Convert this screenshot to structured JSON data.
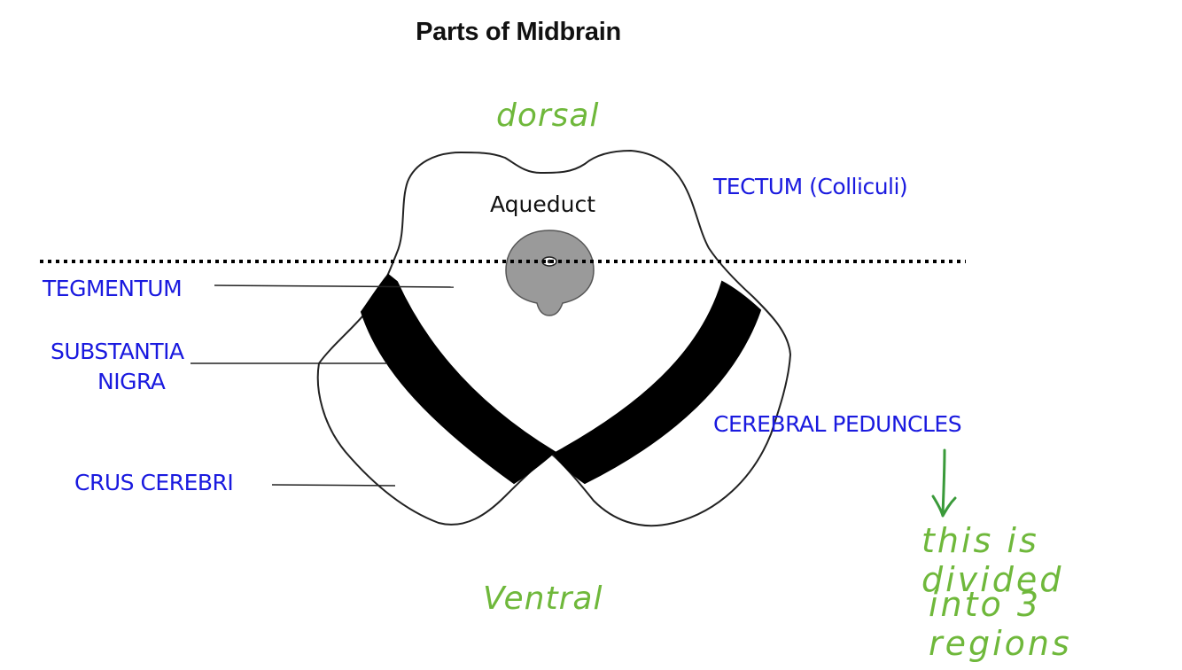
{
  "title": "Parts of Midbrain",
  "orientation": {
    "dorsal": "dorsal",
    "ventral": "Ventral"
  },
  "structures": {
    "aqueduct": "Aqueduct",
    "tectum": "TECTUM (Colliculi)",
    "tegmentum": "TEGMENTUM",
    "substantia_nigra_line1": "SUBSTANTIA",
    "substantia_nigra_line2": "NIGRA",
    "crus_cerebri": "CRUS CEREBRI",
    "cerebral_peduncles": "CEREBRAL PEDUNCLES"
  },
  "note": {
    "line1": "this is divided",
    "line2": "into 3 regions"
  },
  "colors": {
    "label_blue": "#1a1adf",
    "handwriting_green": "#6fb83b",
    "aqueduct_gray": "#9a9a9a",
    "outline": "#222222"
  }
}
